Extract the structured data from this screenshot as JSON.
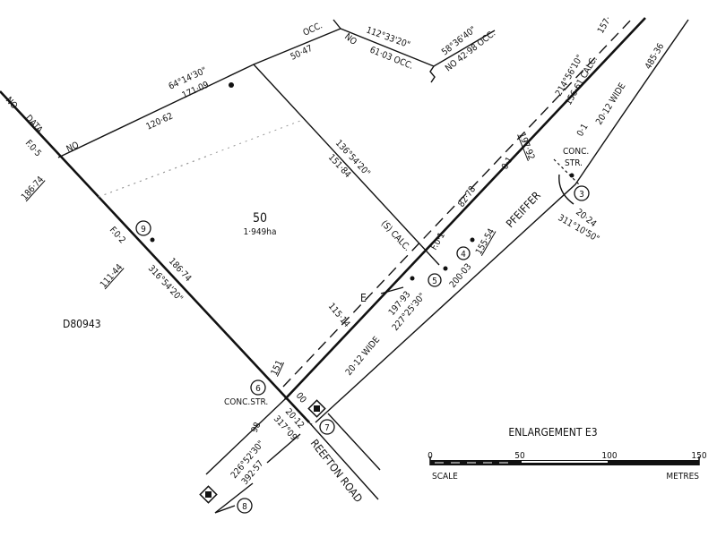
{
  "parcel": {
    "lot_number": "50",
    "area": "1·949ha",
    "adjoining_plan": "D80943"
  },
  "roads": {
    "pfeiffer": "PFEIFFER",
    "reefton": "REEFTON ROAD",
    "width_1": "20·12 WIDE",
    "width_2": "20·12 WIDE"
  },
  "labels": {
    "no_1": "NO",
    "data": "DATA",
    "no_2": "NO",
    "no_3": "NO",
    "f05": "F.0·5",
    "dist_18674a": "186·74",
    "dist_12062": "120·62",
    "brg_641430": "64°14'30\"",
    "dist_17109": "171·09",
    "occ_1": "OCC.",
    "dist_5047": "50·47",
    "brg_1123320": "112°33'20\"",
    "dist_6103": "61·03 OCC.",
    "brg_583640": "58°36'40\"",
    "dist_4298": "NO 42·98 OCC.",
    "brg_1365420": "136°54'20\"",
    "dist_15184": "151·84",
    "f02": "F.0·2",
    "dist_11144": "111·44",
    "dist_18674b": "186·74",
    "brg_3165420": "316°54'20\"",
    "s_calc": "(S) CALC.",
    "f01": "F.0·1",
    "dist_8278": "82·78",
    "dist_15554": "155·54",
    "dist_19792": "197·92",
    "off_01a": "0·1",
    "off_01b": "0·1",
    "conc_1": "CONC.",
    "str_1": "STR.",
    "brg_2145610": "214°56'10\"",
    "dist_15661": "156·61 CALC.",
    "dist_157": "157·",
    "dist_48536": "485·36",
    "dist_2024": "20·24",
    "brg_3111050": "311°10'50\"",
    "e": "E",
    "dist_11514": "115·14",
    "dist_19793": "197·93",
    "brg_2272530": "227°25'30\"",
    "dist_20003": "200·03",
    "box_151": "151",
    "conc_str_2": "CONC.STR.",
    "val_00": "00",
    "val_98": "98",
    "dist_2012": "20·12",
    "brg_31709": "317°09'",
    "brg_2265230": "226°52'30\"",
    "dist_39257": "392·57"
  },
  "stations": [
    "3",
    "4",
    "5",
    "6",
    "7",
    "8",
    "9"
  ],
  "scale": {
    "title": "ENLARGEMENT E3",
    "ticks": [
      "0",
      "50",
      "100",
      "150"
    ],
    "label": "SCALE",
    "unit": "METRES"
  }
}
